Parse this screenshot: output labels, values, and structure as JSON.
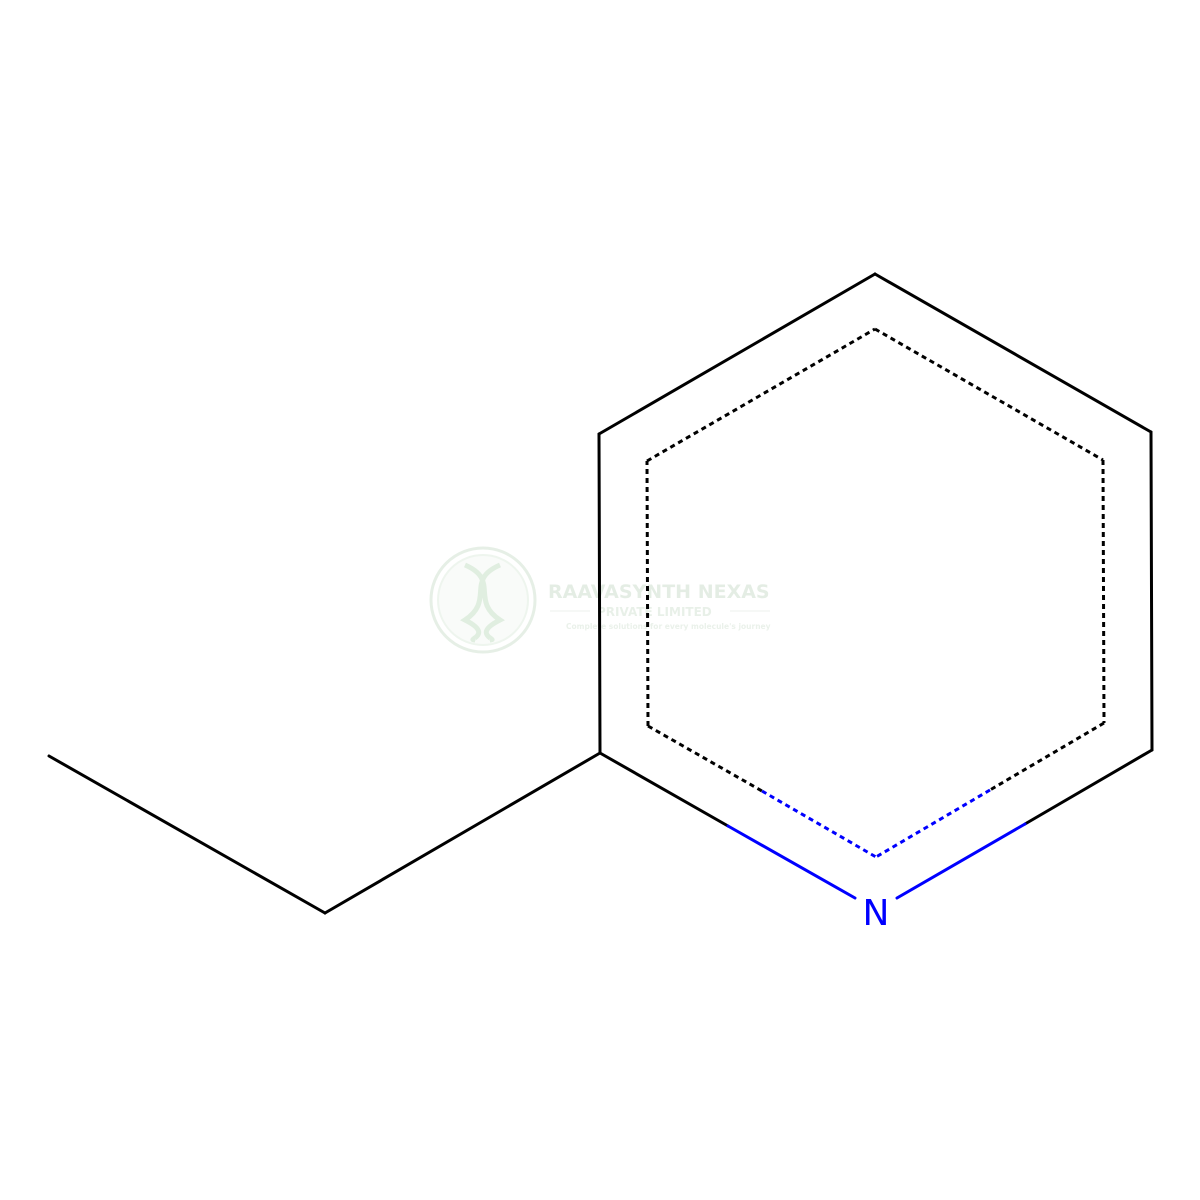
{
  "molecule": {
    "atoms": [
      {
        "element": "N",
        "label": "N"
      }
    ]
  },
  "colors": {
    "bond": "#000000",
    "nitrogen": "#0000ff",
    "watermark": "#d9e8d9"
  },
  "watermark": {
    "company": "RAAVASYNTH NEXAS",
    "subtitle": "PRIVATE LIMITED",
    "tagline": "Complete solutions for every molecule's journey"
  }
}
